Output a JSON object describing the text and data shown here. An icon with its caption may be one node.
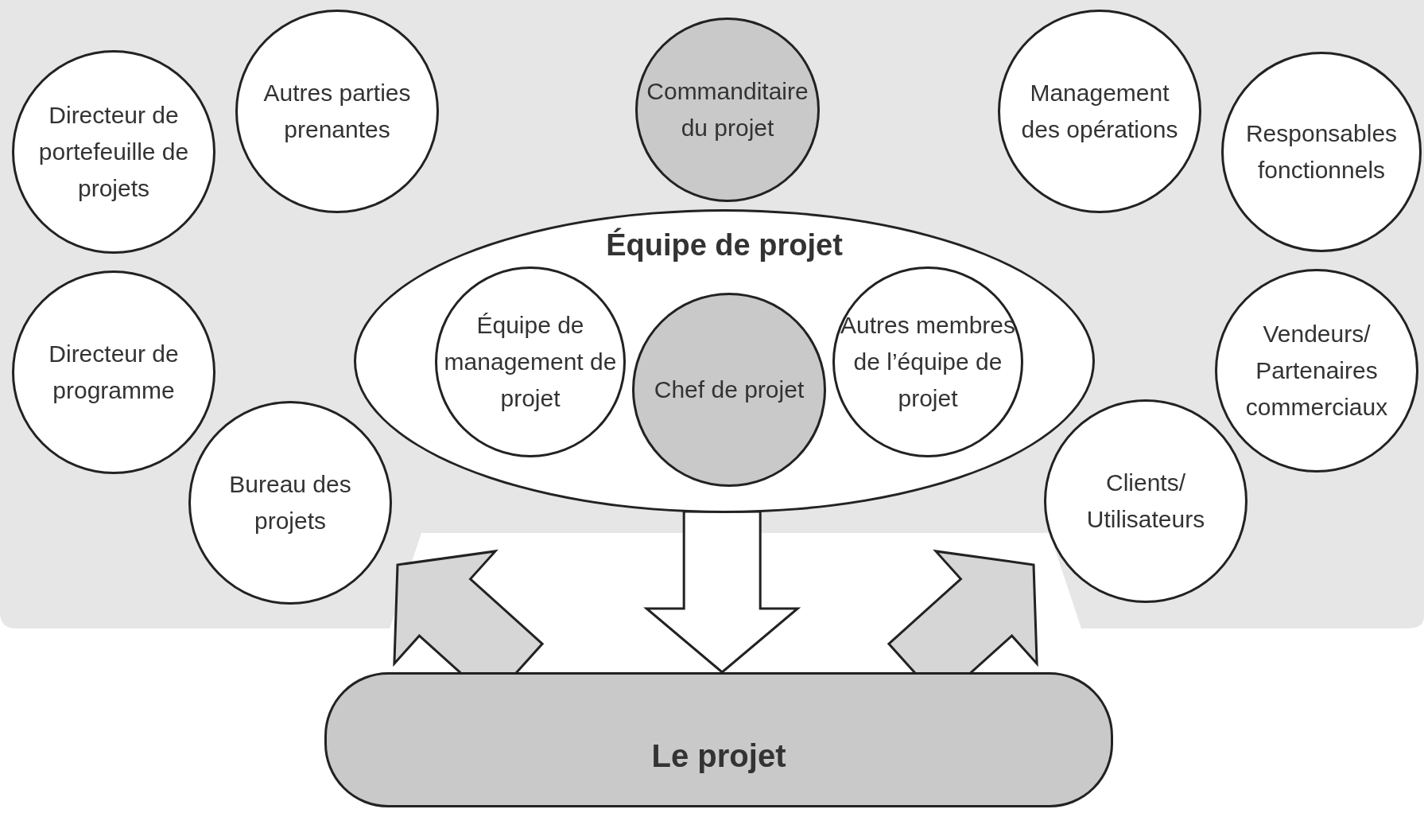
{
  "diagram": {
    "nodes": [
      {
        "text": [
          "Directeur de portefeuille de projets"
        ]
      },
      {
        "text": [
          "Autres parties prenantes"
        ]
      },
      {
        "text": [
          "Commanditaire du projet"
        ]
      },
      {
        "text": [
          "Management des opérations"
        ]
      },
      {
        "text": [
          "Responsables fonctionnels"
        ]
      },
      {
        "text": [
          "Directeur de programme"
        ]
      },
      {
        "text": [
          "Bureau des projets"
        ]
      },
      {
        "text": [
          "Équipe de projet"
        ]
      },
      {
        "text": [
          "Équipe de management de projet"
        ],
        "in": 7
      },
      {
        "text": [
          "Chef de projet"
        ],
        "in": 7
      },
      {
        "text": [
          "Autres membres de l’équipe de projet"
        ],
        "in": 7
      },
      {
        "text": [
          "Vendeurs/ Partenaires commerciaux"
        ]
      },
      {
        "text": [
          "Clients/ Utilisateurs"
        ]
      },
      {
        "text": [
          "Le projet"
        ]
      }
    ],
    "edges": [
      {
        "from": 7,
        "to": 13,
        "arrow": "to"
      },
      {
        "from": 13,
        "to": null,
        "arrow": "to"
      },
      {
        "from": 13,
        "to": null,
        "arrow": "to"
      }
    ]
  }
}
